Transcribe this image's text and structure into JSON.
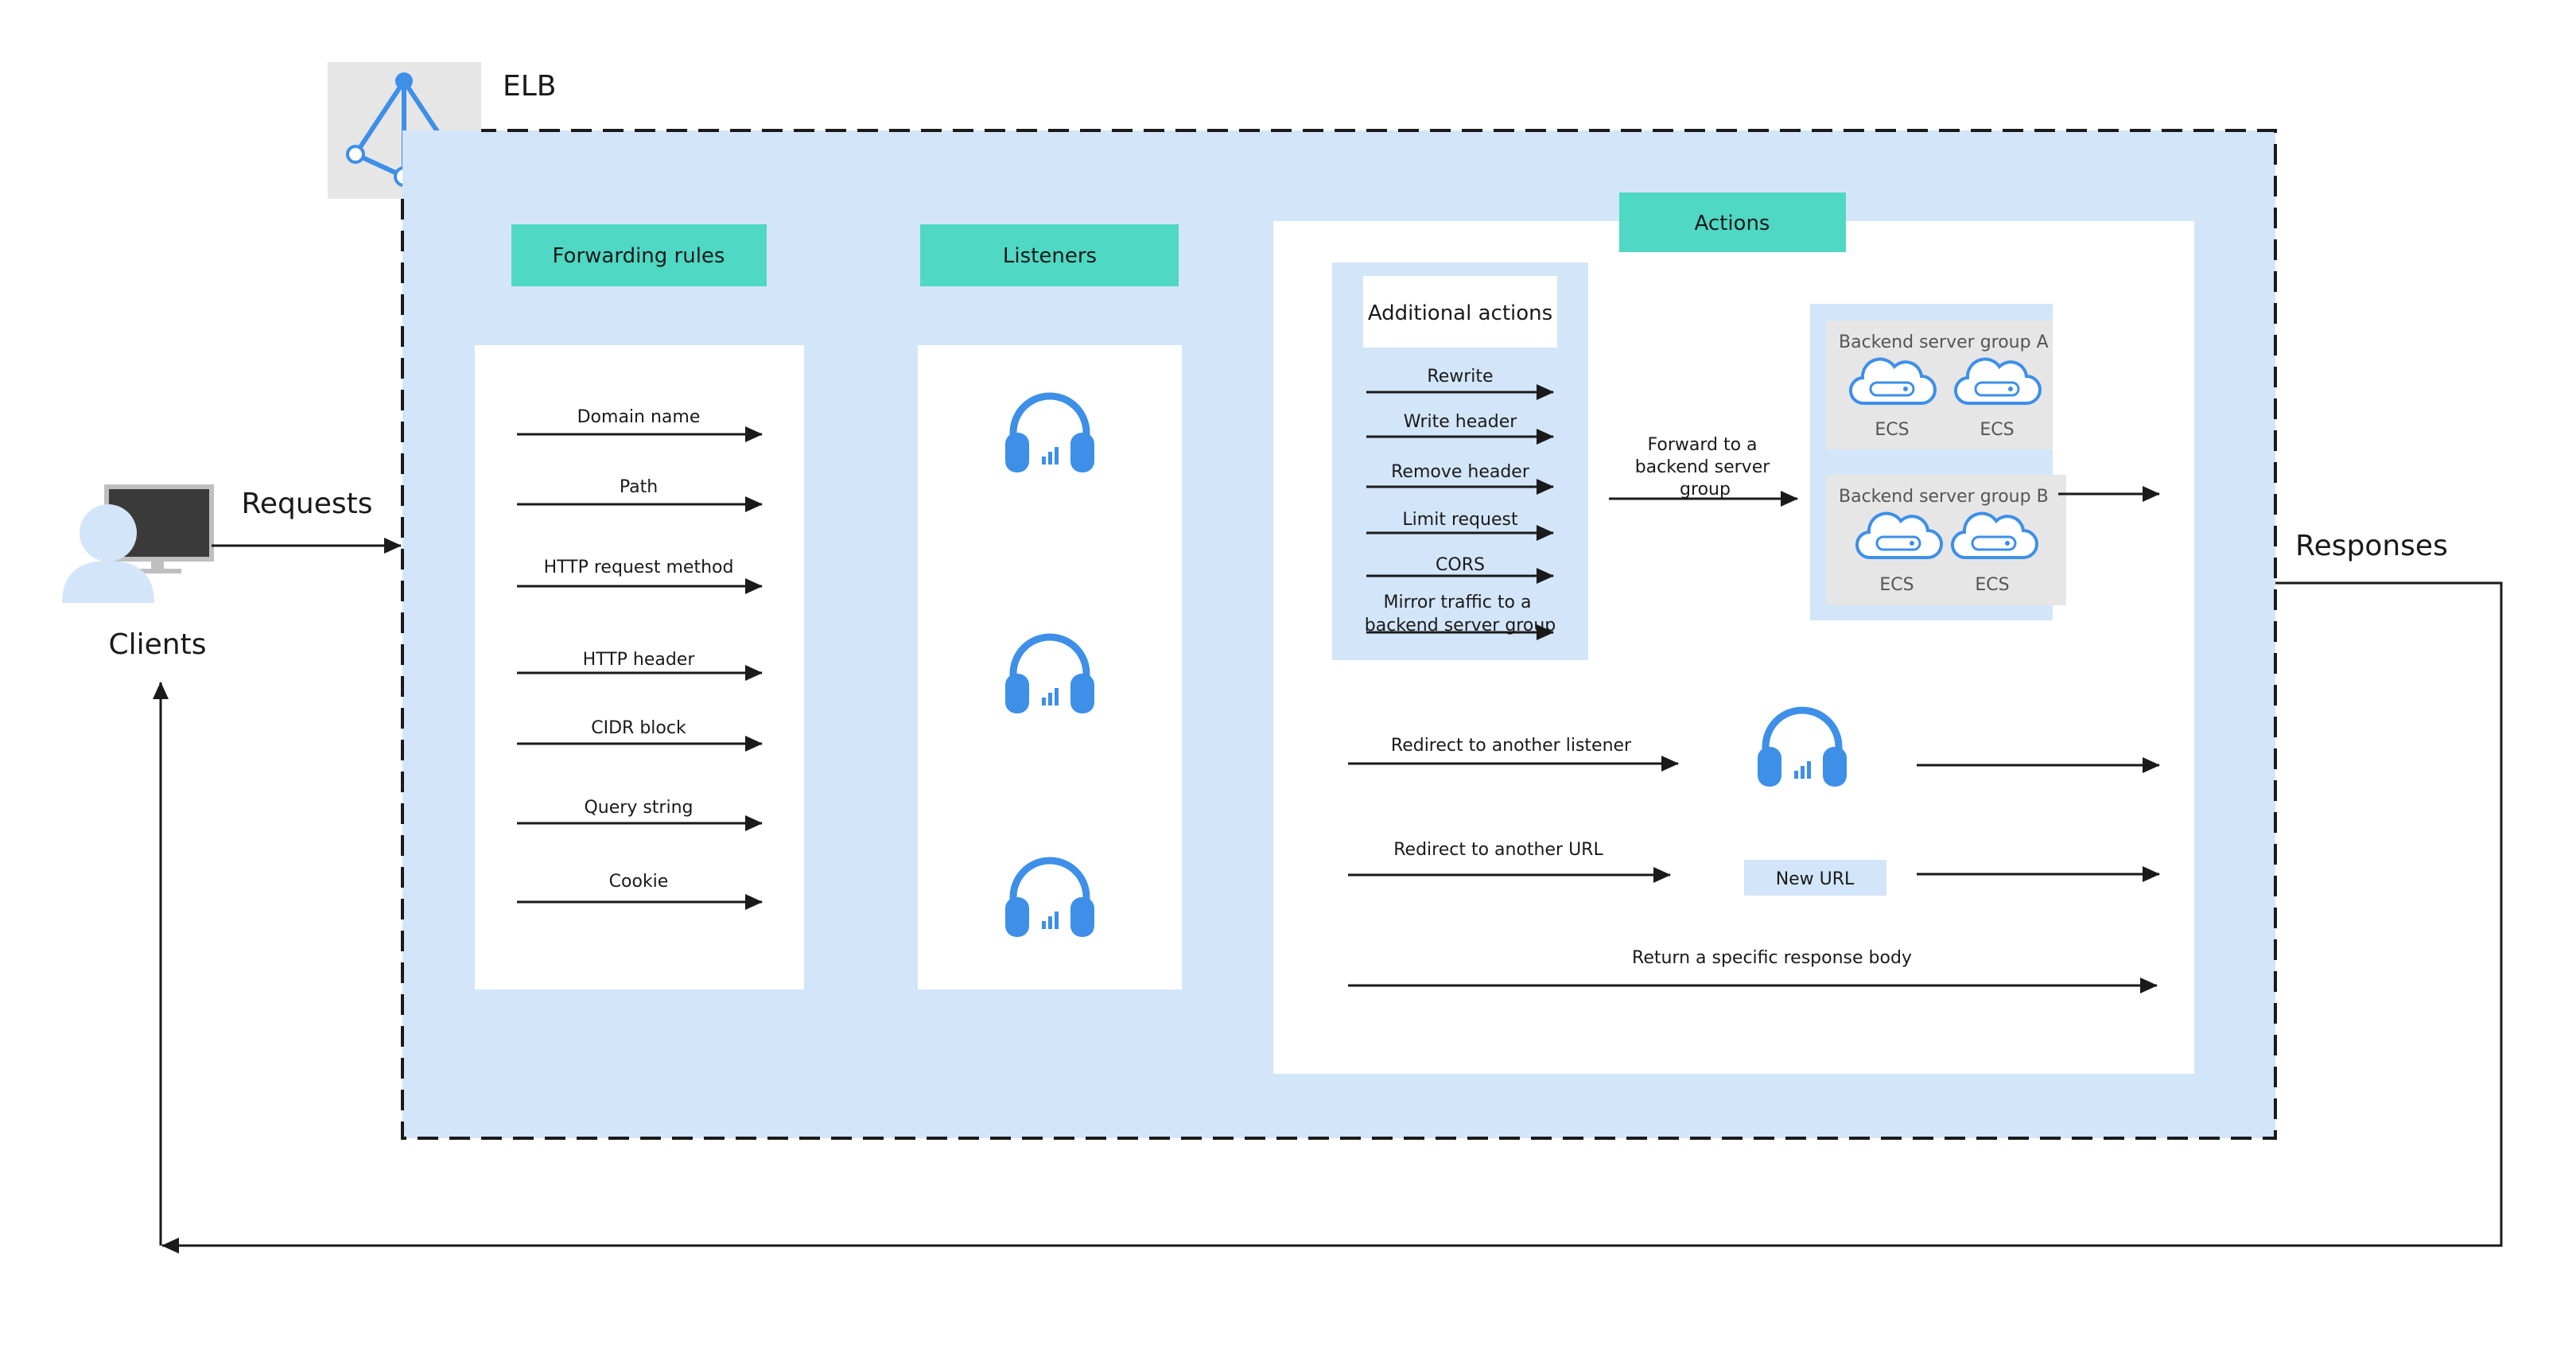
{
  "elb": {
    "title": "ELB",
    "logo_icon": "load-balancer-icon"
  },
  "clients": {
    "label": "Clients",
    "icon": "user-with-monitor-icon"
  },
  "requests_label": "Requests",
  "responses_label": "Responses",
  "forwarding_rules": {
    "title": "Forwarding rules",
    "items": [
      "Domain name",
      "Path",
      "HTTP request method",
      "HTTP header",
      "CIDR block",
      "Query string",
      "Cookie"
    ]
  },
  "listeners": {
    "title": "Listeners",
    "icon": "headset-icon",
    "count": 3
  },
  "actions": {
    "title": "Actions",
    "additional_title": "Additional actions",
    "additional_items": [
      "Rewrite",
      "Write header",
      "Remove header",
      "Limit request",
      "CORS",
      "Mirror traffic to a backend server group"
    ],
    "forward_label": "Forward to a backend server group",
    "backend_groups": [
      {
        "name": "Backend server group A",
        "servers": [
          "ECS",
          "ECS"
        ]
      },
      {
        "name": "Backend server group B",
        "servers": [
          "ECS",
          "ECS"
        ]
      }
    ],
    "redirect_listener_label": "Redirect to another listener",
    "redirect_url_label": "Redirect to another URL",
    "new_url_label": "New URL",
    "response_body_label": "Return a specific response body"
  },
  "colors": {
    "panel_bg": "#d3e5f8",
    "teal": "#4fd8c4",
    "icon_blue": "#3d8fe8",
    "grey_box": "#e6e6e6",
    "border": "#1a1a1a"
  }
}
